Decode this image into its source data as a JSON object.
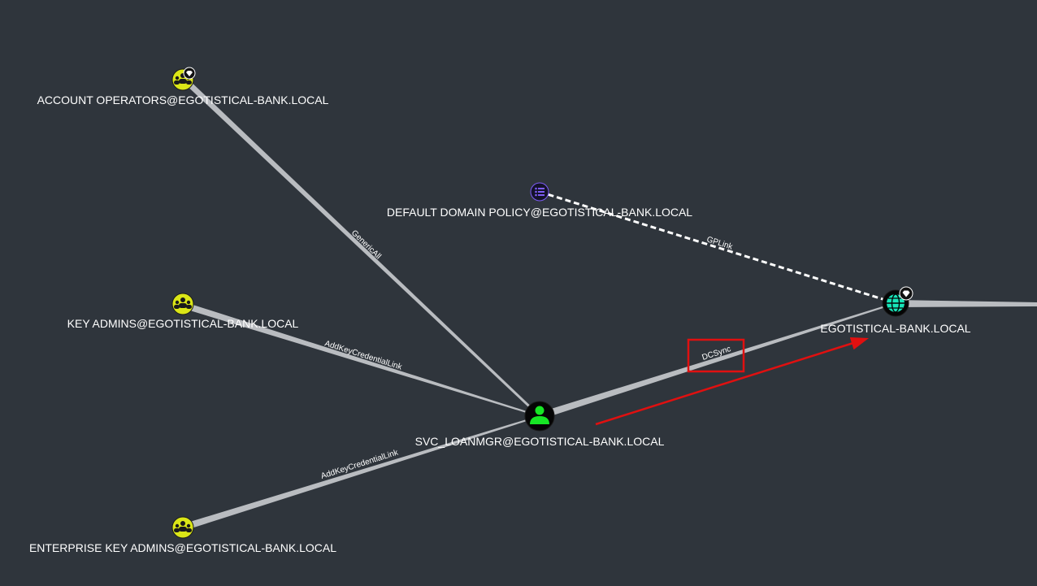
{
  "nodes": {
    "account_operators": {
      "label": "ACCOUNT OPERATORS@EGOTISTICAL-BANK.LOCAL",
      "kind": "group",
      "high_value": true
    },
    "key_admins": {
      "label": "KEY ADMINS@EGOTISTICAL-BANK.LOCAL",
      "kind": "group",
      "high_value": false
    },
    "enterprise_key_admins": {
      "label": "ENTERPRISE KEY ADMINS@EGOTISTICAL-BANK.LOCAL",
      "kind": "group",
      "high_value": false
    },
    "default_domain_policy": {
      "label": "DEFAULT DOMAIN POLICY@EGOTISTICAL-BANK.LOCAL",
      "kind": "gpo",
      "high_value": false
    },
    "svc_loanmgr": {
      "label": "SVC_LOANMGR@EGOTISTICAL-BANK.LOCAL",
      "kind": "user",
      "high_value": false
    },
    "domain": {
      "label": "EGOTISTICAL-BANK.LOCAL",
      "kind": "domain",
      "high_value": true
    }
  },
  "edges": {
    "genericall": {
      "label": "GenericAll",
      "from": "account_operators",
      "to": "svc_loanmgr"
    },
    "addkey1": {
      "label": "AddKeyCredentialLink",
      "from": "key_admins",
      "to": "svc_loanmgr"
    },
    "addkey2": {
      "label": "AddKeyCredentialLink",
      "from": "enterprise_key_admins",
      "to": "svc_loanmgr"
    },
    "gplink": {
      "label": "GPLink",
      "from": "default_domain_policy",
      "to": "domain",
      "style": "dashed"
    },
    "dcsync": {
      "label": "DCSync",
      "from": "svc_loanmgr",
      "to": "domain"
    }
  },
  "colors": {
    "background": "#2f353c",
    "group_node": "#dbe617",
    "user_node": "#17e625",
    "domain_node": "#17e6b9",
    "gpo_node": "#7d5cf5",
    "edge": "#b9bcc0",
    "annotation": "#e01010"
  },
  "icons": {
    "group": "users-icon",
    "user": "user-icon",
    "domain": "globe-icon",
    "gpo": "list-icon",
    "high_value": "diamond-icon"
  }
}
